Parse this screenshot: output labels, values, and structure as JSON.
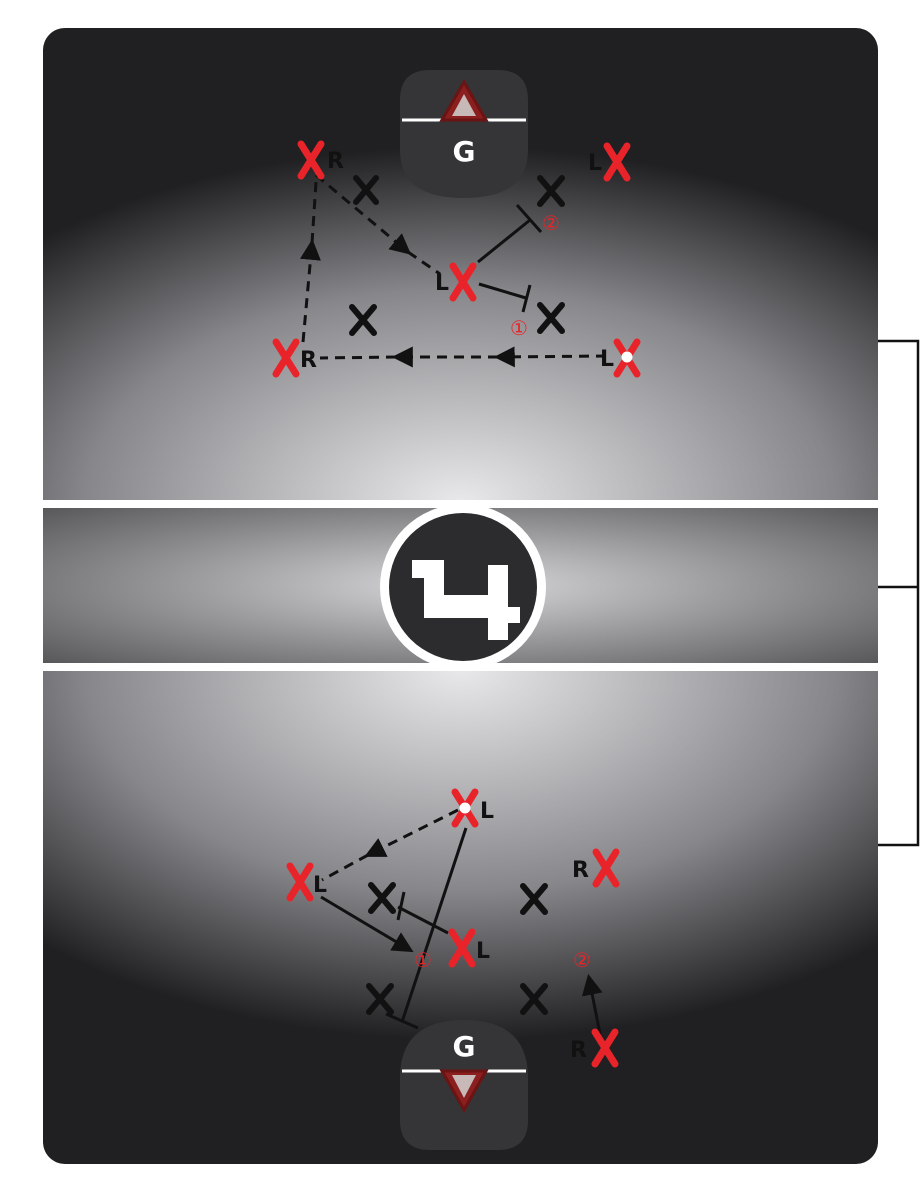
{
  "colors": {
    "offense": "#e8242a",
    "defense": "#111111",
    "field_center": "#e4e4e6",
    "field_edge": "#1f1f21",
    "crease": "#3a3a3a",
    "line": "#ffffff",
    "accent": "#e8242a"
  },
  "logo": {
    "icon": "lf-logo-icon"
  },
  "top_half": {
    "goalie_label": "G",
    "offense_labels": {
      "top_left": "R",
      "top_right": "L",
      "center": "L",
      "bottom_right": "L",
      "bottom_left": "R"
    },
    "pick_numbers": {
      "upper": "②",
      "lower": "①"
    }
  },
  "bottom_half": {
    "goalie_label": "G",
    "offense_labels": {
      "top_center": "L",
      "left": "L",
      "center": "L",
      "right_top": "R",
      "right_bottom": "R"
    },
    "pick_numbers": {
      "left": "①",
      "right": "②"
    }
  }
}
